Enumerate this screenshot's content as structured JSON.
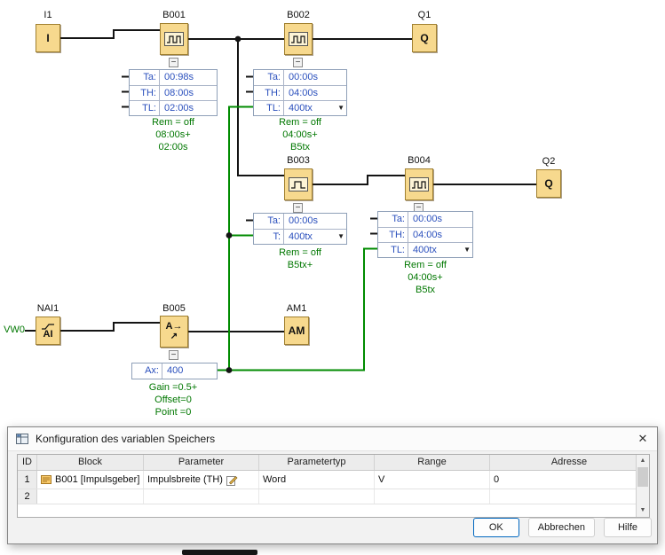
{
  "colors": {
    "block_fill": "#f7d98e",
    "block_border": "#a08030",
    "wire": "#141414",
    "reference_green": "#008b00",
    "param_text": "#2b50bd",
    "annotation_green": "#007700",
    "accent_blue": "#0067c0"
  },
  "icons": {
    "close": "✕",
    "edit": "✎",
    "collapse_minus": "−",
    "dropdown": "▼",
    "scroll_up": "▲",
    "scroll_down": "▼",
    "analog_arrow": "↗"
  },
  "diagram": {
    "io_ref_label": "VW0",
    "blocks": [
      {
        "label": "I1",
        "symbol": "I"
      },
      {
        "label": "B001"
      },
      {
        "label": "B002"
      },
      {
        "label": "Q1",
        "symbol": "Q"
      },
      {
        "label": "B003"
      },
      {
        "label": "B004"
      },
      {
        "label": "Q2",
        "symbol": "Q"
      },
      {
        "label": "NAI1",
        "symbol": "AI"
      },
      {
        "label": "B005",
        "symbol": "A→"
      },
      {
        "label": "AM1",
        "symbol": "AM"
      }
    ],
    "param_boxes": [
      {
        "rows": [
          {
            "label": "Ta:",
            "value": "00:98s"
          },
          {
            "label": "TH:",
            "value": "08:00s"
          },
          {
            "label": "TL:",
            "value": "02:00s"
          }
        ]
      },
      {
        "rows": [
          {
            "label": "Ta:",
            "value": "00:00s"
          },
          {
            "label": "TH:",
            "value": "04:00s"
          },
          {
            "label": "TL:",
            "value": "400tx",
            "dropdown": true
          }
        ]
      },
      {
        "rows": [
          {
            "label": "Ta:",
            "value": "00:00s"
          },
          {
            "label": "T:",
            "value": "400tx",
            "dropdown": true
          }
        ]
      },
      {
        "rows": [
          {
            "label": "Ta:",
            "value": "00:00s"
          },
          {
            "label": "TH:",
            "value": "04:00s"
          },
          {
            "label": "TL:",
            "value": "400tx",
            "dropdown": true
          }
        ]
      },
      {
        "rows": [
          {
            "label": "Ax:",
            "value": "400"
          }
        ]
      }
    ],
    "annotations": [
      {
        "lines": [
          "Rem = off",
          "08:00s+",
          "02:00s"
        ]
      },
      {
        "lines": [
          "Rem = off",
          "04:00s+",
          "B5tx"
        ]
      },
      {
        "lines": [
          "Rem = off",
          "B5tx+"
        ]
      },
      {
        "lines": [
          "Rem = off",
          "04:00s+",
          "B5tx"
        ]
      },
      {
        "lines": [
          "Gain =0.5+",
          "Offset=0",
          "Point =0"
        ]
      }
    ]
  },
  "dialog": {
    "title": "Konfiguration des variablen Speichers",
    "table": {
      "headers": [
        "ID",
        "Block",
        "Parameter",
        "Parametertyp",
        "Range",
        "Adresse"
      ],
      "rows": [
        {
          "id": "1",
          "block": "B001 [Impulsgeber]",
          "parameter": "Impulsbreite (TH)",
          "parametertyp": "Word",
          "range": "V",
          "adresse": "0"
        },
        {
          "id": "2",
          "block": "",
          "parameter": "",
          "parametertyp": "",
          "range": "",
          "adresse": ""
        }
      ]
    },
    "buttons": {
      "ok": "OK",
      "cancel": "Abbrechen",
      "help": "Hilfe"
    }
  }
}
